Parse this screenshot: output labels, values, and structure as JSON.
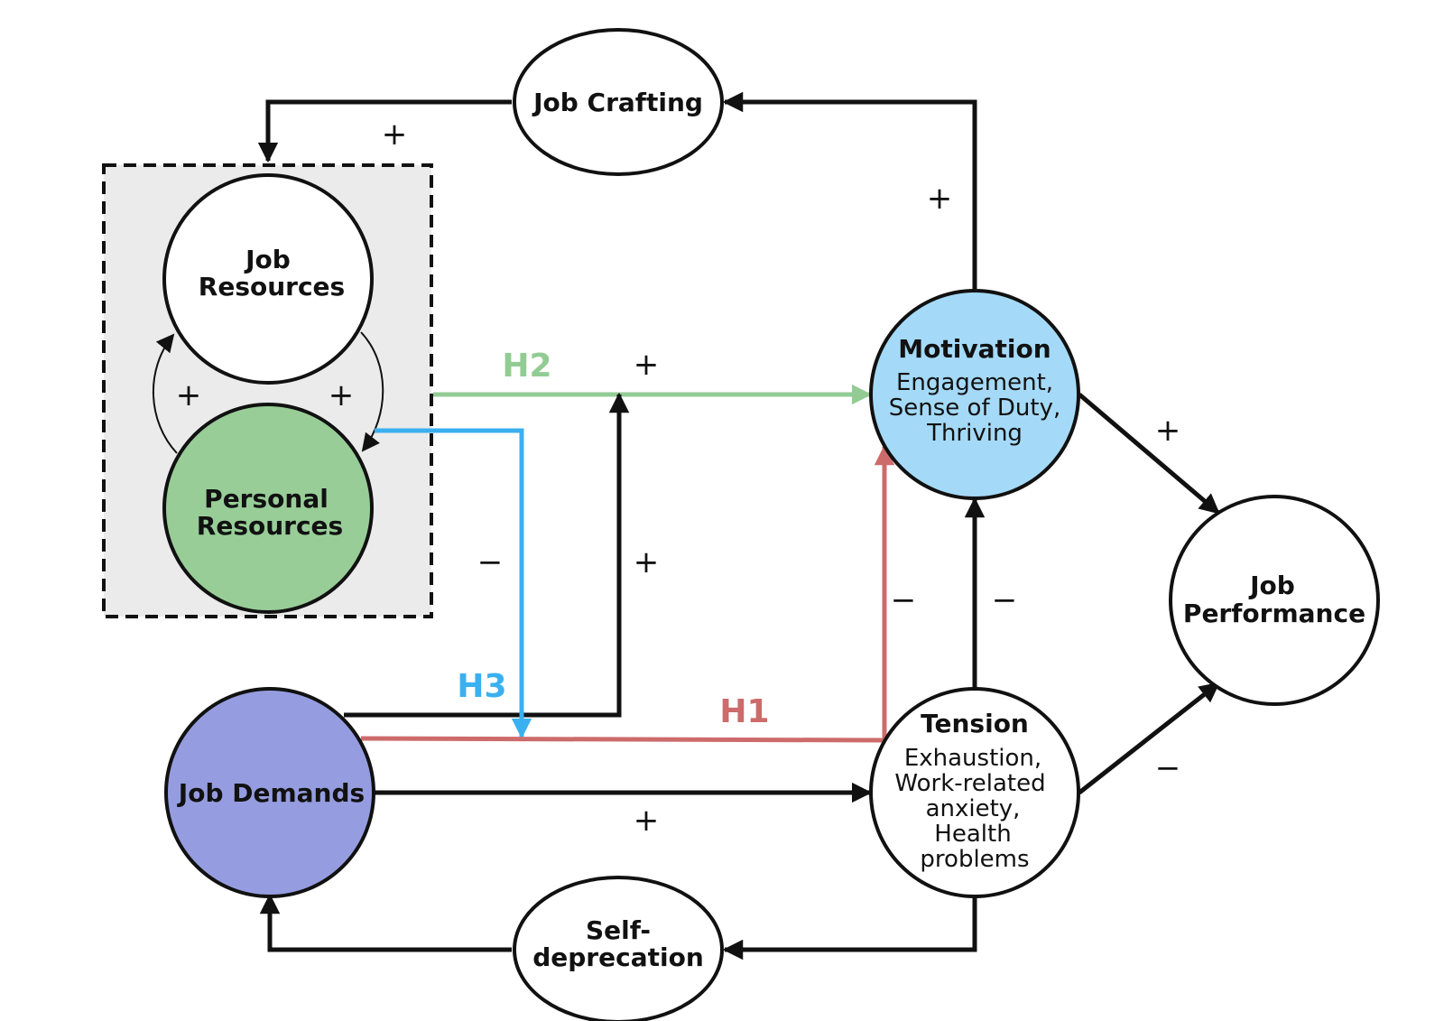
{
  "nodes": {
    "job_crafting": {
      "lines": [
        "Job Crafting"
      ]
    },
    "job_resources": {
      "lines": [
        "Job",
        "Resources"
      ]
    },
    "personal_resources": {
      "lines": [
        "Personal",
        "Resources"
      ]
    },
    "motivation": {
      "title": "Motivation",
      "lines": [
        "Engagement,",
        "Sense of Duty,",
        "Thriving"
      ]
    },
    "job_performance": {
      "lines": [
        "Job",
        "Performance"
      ]
    },
    "tension": {
      "title": "Tension",
      "lines": [
        "Exhaustion,",
        "Work-related",
        "anxiety,",
        "Health",
        "problems"
      ]
    },
    "job_demands": {
      "lines": [
        "Job Demands"
      ]
    },
    "self_deprecation": {
      "lines": [
        "Self-",
        "deprecation"
      ]
    }
  },
  "hypotheses": {
    "h1": "H1",
    "h2": "H2",
    "h3": "H3"
  },
  "signs": {
    "crafting_to_resources": "+",
    "motivation_to_crafting": "+",
    "personal_to_job_resources": "+",
    "job_to_personal_resources": "+",
    "h2_moderation": "+",
    "h3_moderation": "−",
    "demands_moderation": "+",
    "h1_to_motivation": "−",
    "tension_to_motivation": "−",
    "motivation_to_performance": "+",
    "tension_to_performance": "−",
    "demands_to_tension": "+"
  },
  "colors": {
    "black": "#111111",
    "h1": "#cd6b6b",
    "h2": "#92cc94",
    "h3": "#3ab0f0",
    "personal_resources_fill": "#98cd98",
    "motivation_fill": "#a4daf8",
    "job_demands_fill": "#959de0",
    "resource_box_fill": "#ebebeb"
  }
}
